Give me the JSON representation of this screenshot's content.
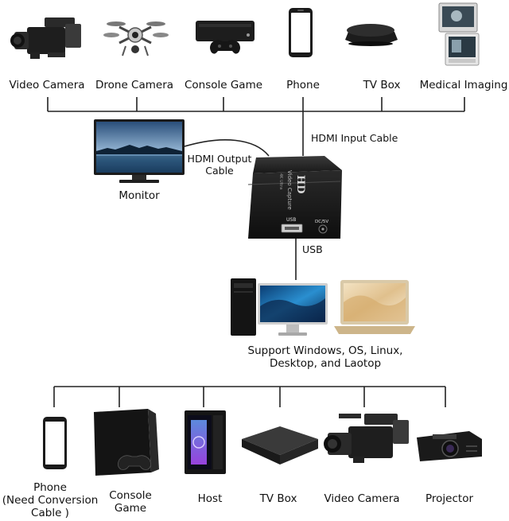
{
  "inputs": {
    "devices": [
      {
        "name": "video-camera",
        "label": "Video Camera"
      },
      {
        "name": "drone-camera",
        "label": "Drone Camera"
      },
      {
        "name": "console-game",
        "label": "Console Game"
      },
      {
        "name": "phone",
        "label": "Phone"
      },
      {
        "name": "tv-box",
        "label": "TV Box"
      },
      {
        "name": "medical-imaging",
        "label": "Medical Imaging"
      }
    ],
    "cable_label": "HDMI Input Cable"
  },
  "monitor": {
    "label": "Monitor",
    "cable_label_line1": "HDMI Output",
    "cable_label_line2": "Cable"
  },
  "capture_card": {
    "brand": "HD",
    "title": "Video Capture",
    "subtitle": "4K Ultra",
    "usb_port": "USB",
    "power_port": "DC/5V"
  },
  "usb": {
    "label": "USB"
  },
  "computers": {
    "line1": "Support Windows, OS, Linux,",
    "line2": "Desktop, and Laotop"
  },
  "outputs": {
    "devices": [
      {
        "name": "phone",
        "label_lines": [
          "Phone",
          "(Need Conversion",
          "Cable )"
        ]
      },
      {
        "name": "console-game",
        "label_lines": [
          "Console",
          "Game"
        ]
      },
      {
        "name": "host",
        "label_lines": [
          "Host"
        ]
      },
      {
        "name": "tv-box",
        "label_lines": [
          "TV Box"
        ]
      },
      {
        "name": "video-camera",
        "label_lines": [
          "Video Camera"
        ]
      },
      {
        "name": "projector",
        "label_lines": [
          "Projector"
        ]
      }
    ]
  }
}
